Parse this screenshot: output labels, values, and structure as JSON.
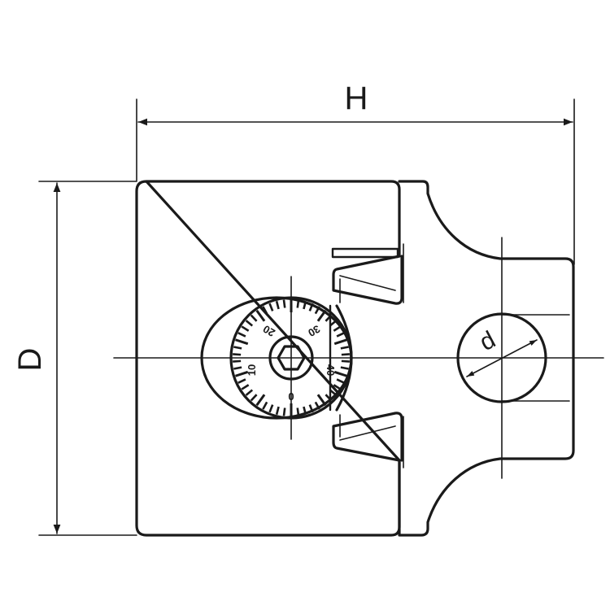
{
  "title": "",
  "dimensions": {
    "width_label": "H",
    "height_label": "D",
    "bore_label": "d"
  },
  "dial": {
    "labels": [
      "0",
      "10",
      "20",
      "30",
      "40"
    ]
  },
  "colors": {
    "line": "#1a1a1a",
    "background": "#ffffff"
  }
}
